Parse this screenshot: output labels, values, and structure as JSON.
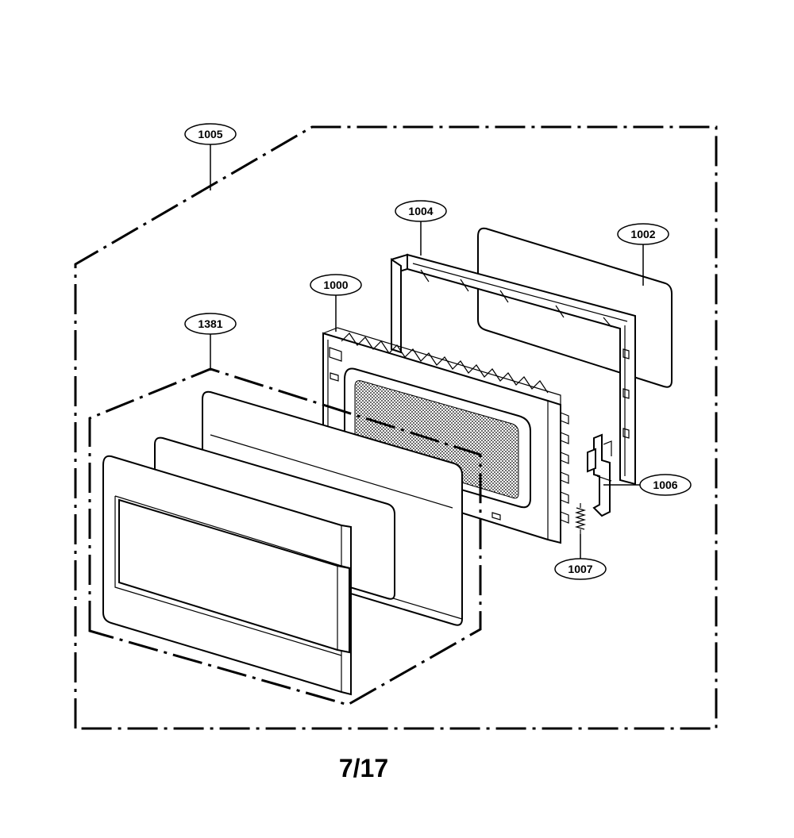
{
  "diagram": {
    "callouts": {
      "c1005": "1005",
      "c1004": "1004",
      "c1002": "1002",
      "c1000": "1000",
      "c1381": "1381",
      "c1006": "1006",
      "c1007": "1007"
    },
    "page_label": "7/17"
  }
}
